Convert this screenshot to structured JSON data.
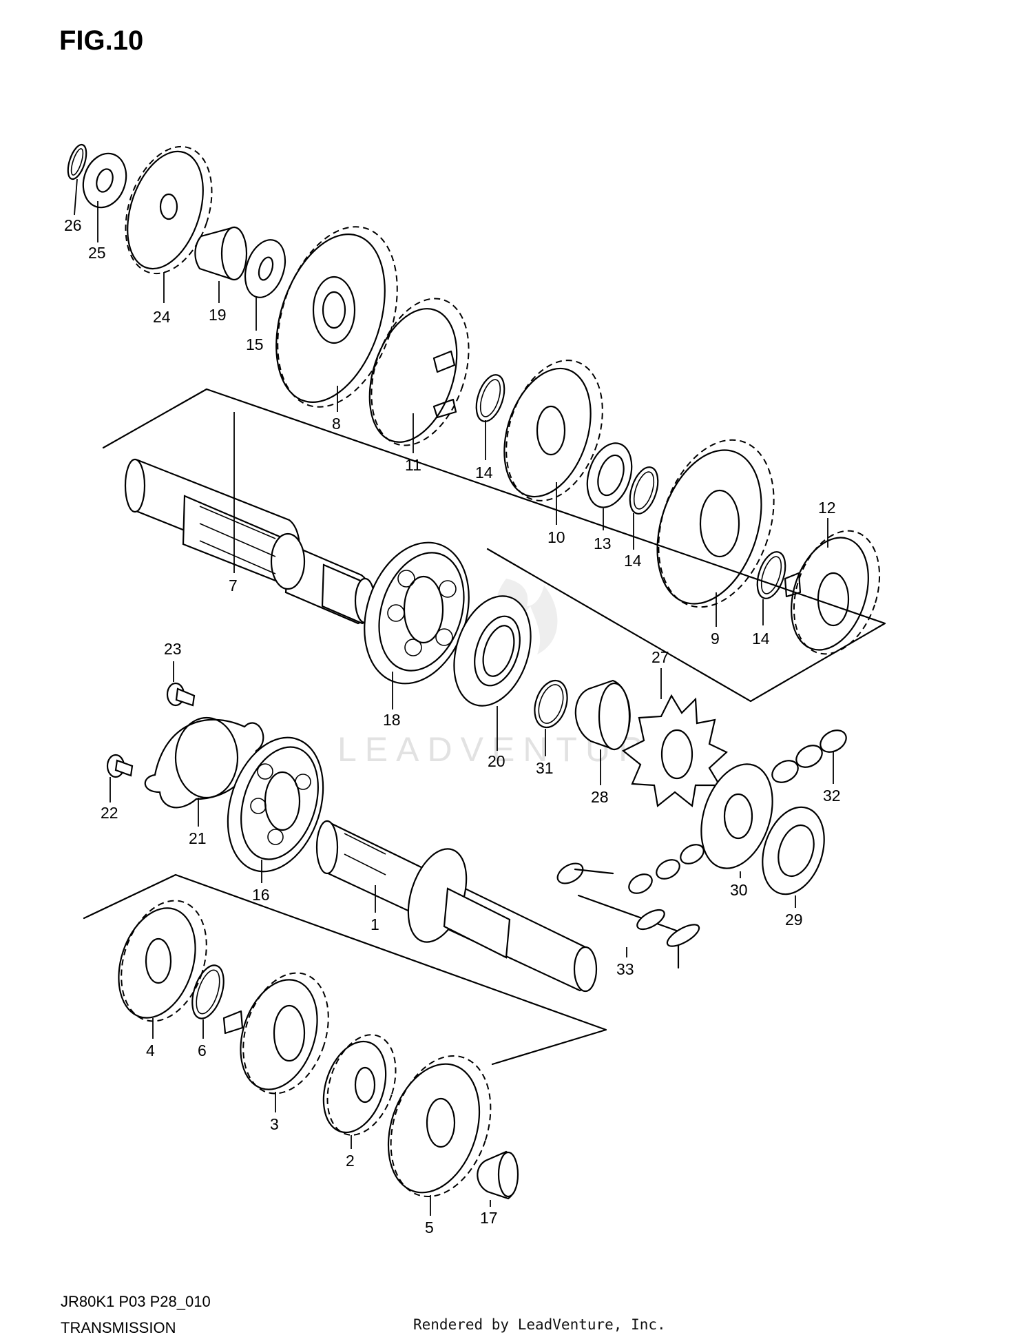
{
  "figure_label": "FIG.10",
  "model_code": "JR80K1 P03 P28_010",
  "section_title": "TRANSMISSION",
  "render_credit": "Rendered by LeadVenture, Inc.",
  "watermark": "LEADVENTURE",
  "callouts": [
    "1",
    "2",
    "3",
    "4",
    "5",
    "6",
    "7",
    "8",
    "9",
    "10",
    "11",
    "12",
    "13",
    "14",
    "14",
    "14",
    "15",
    "16",
    "17",
    "18",
    "19",
    "20",
    "21",
    "22",
    "23",
    "24",
    "25",
    "26",
    "27",
    "28",
    "29",
    "30",
    "31",
    "32",
    "33"
  ],
  "colors": {
    "ink": "#000000",
    "background": "#ffffff",
    "watermark": "#e2e2e2"
  }
}
